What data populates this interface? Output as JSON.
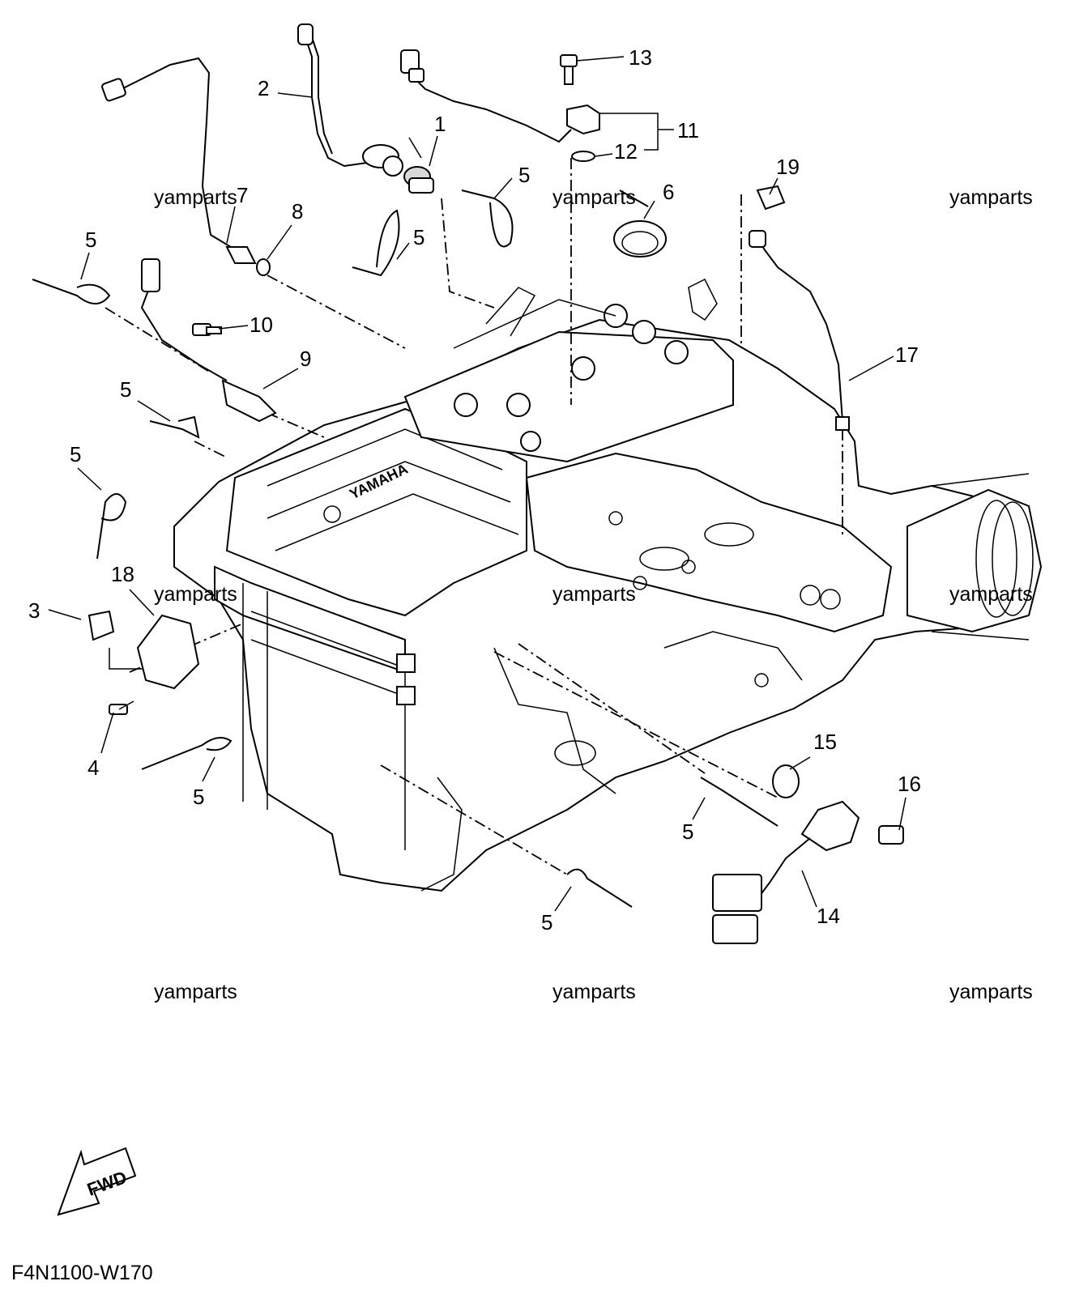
{
  "callouts": {
    "c1": "1",
    "c2": "2",
    "c3": "3",
    "c4": "4",
    "c5a": "5",
    "c5b": "5",
    "c5c": "5",
    "c5d": "5",
    "c5e": "5",
    "c5f": "5",
    "c5g": "5",
    "c5h": "5",
    "c6": "6",
    "c7": "7",
    "c8": "8",
    "c9": "9",
    "c10": "10",
    "c11": "11",
    "c12": "12",
    "c13": "13",
    "c14": "14",
    "c15": "15",
    "c16": "16",
    "c17": "17",
    "c18": "18",
    "c19": "19"
  },
  "watermarks": {
    "w1": "yamparts",
    "w2": "yamparts",
    "w3": "yamparts",
    "w4": "yamparts",
    "w5": "yamparts",
    "w6": "yamparts",
    "w7": "yamparts",
    "w8": "yamparts",
    "w9": "yamparts"
  },
  "engine_logo": "YAMAHA",
  "fwd_label": "FWD",
  "diagram_code": "F4N1100-W170"
}
